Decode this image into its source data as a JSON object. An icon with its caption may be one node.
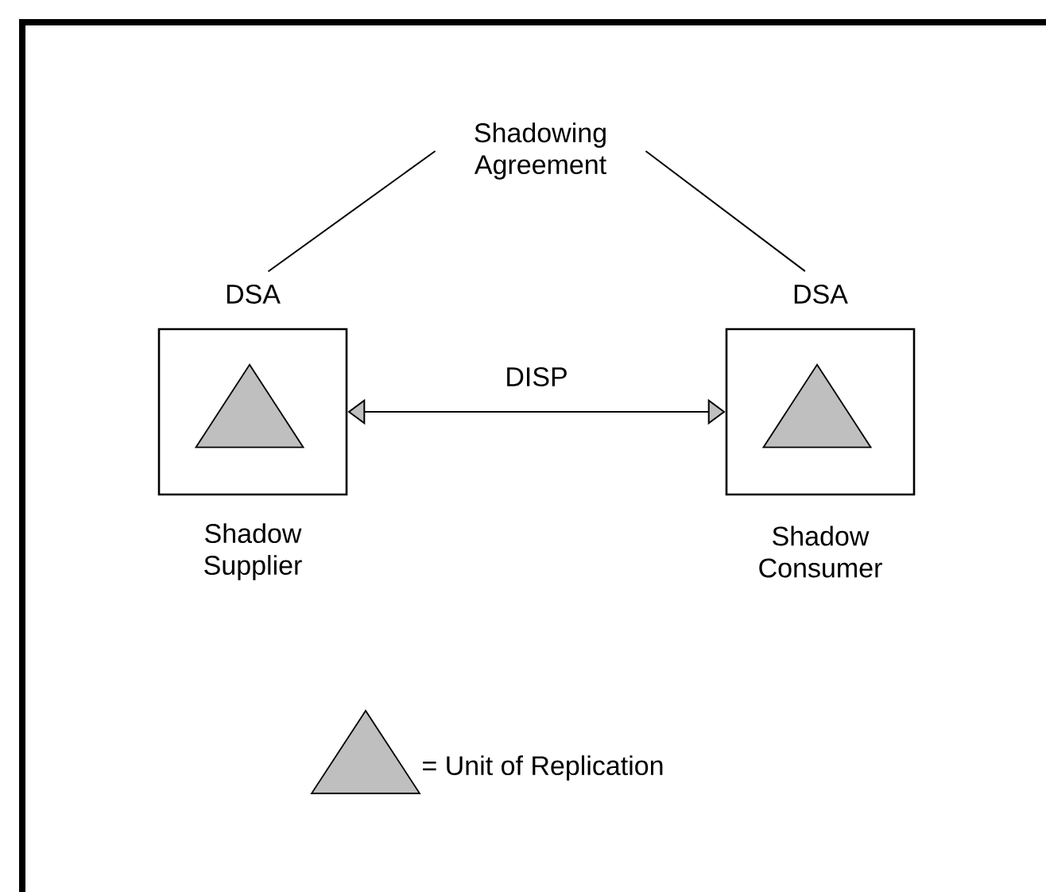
{
  "diagram": {
    "nodes": [
      {
        "text": [
          "Shadowing Agreement"
        ]
      },
      {
        "text": [
          "DSA"
        ],
        "beside": [
          "Shadow Supplier"
        ]
      },
      {
        "text": [],
        "shape": "triangle",
        "in": 1
      },
      {
        "text": [
          "DSA"
        ],
        "beside": [
          "Shadow Consumer"
        ]
      },
      {
        "text": [],
        "shape": "triangle",
        "in": 3
      }
    ],
    "edges": [
      {
        "from": 0,
        "to": 1,
        "arrow": "none"
      },
      {
        "from": 0,
        "to": 3,
        "arrow": "none"
      },
      {
        "from": 1,
        "to": 3,
        "arrow": "both",
        "label": "DISP"
      }
    ],
    "legend": [
      {
        "text": "= Unit of Replication"
      }
    ]
  }
}
